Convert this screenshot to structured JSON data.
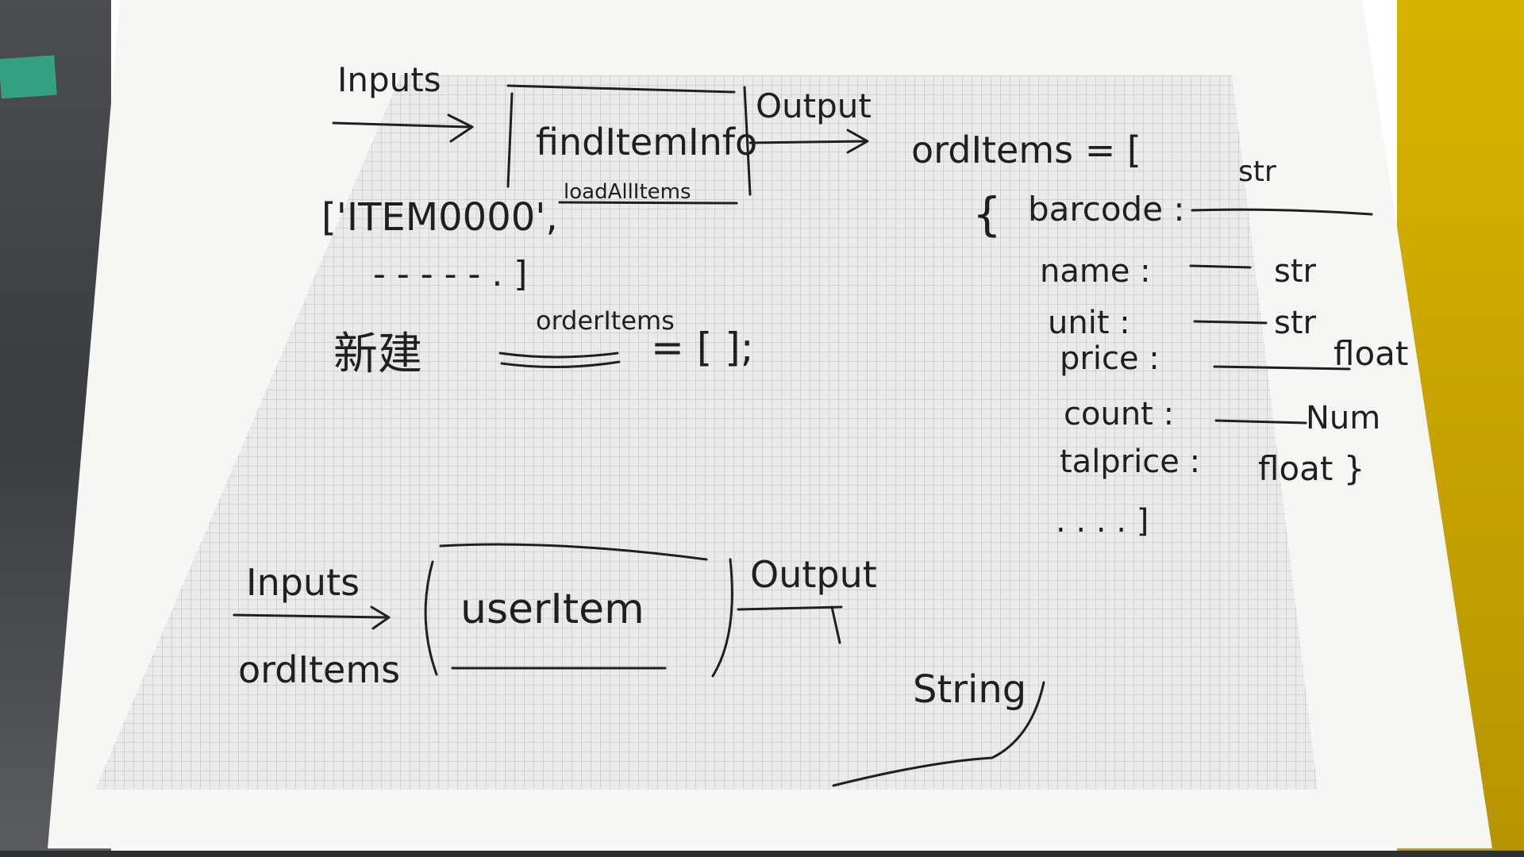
{
  "sketch": {
    "top": {
      "inputs": "Inputs",
      "function_name": "findItemInfo",
      "sub_function": "loadAllItems",
      "output": "Output",
      "input_array_first": "['ITEM0000',",
      "input_array_rest": "- - - - - . ]",
      "new_array_prefix": "新建",
      "new_array_name": "orderItems",
      "new_array_assign": "= [ ];"
    },
    "object_spec": {
      "opening": "ordItems = [",
      "open_brace": "{",
      "fields": [
        {
          "name": "barcode :",
          "value": "str"
        },
        {
          "name": "name :",
          "value": "str"
        },
        {
          "name": "unit :",
          "value": "str"
        },
        {
          "name": "price :",
          "value": "float"
        },
        {
          "name": "count :",
          "value": "Num"
        },
        {
          "name": "talprice :",
          "value": "float }"
        }
      ],
      "closing": ". . . . ]"
    },
    "bottom": {
      "inputs": "Inputs",
      "function_name": "userItem",
      "input_name": "ordItems",
      "output": "Output",
      "output_type": "String"
    },
    "colors": {
      "ink": "#1f1f1f",
      "paper": "#f6f6f4",
      "grid": "#eaeaea",
      "yellow_edge": "#c8a500",
      "green_strap": "#34a282",
      "dark_edge": "#3a3c3f"
    }
  }
}
